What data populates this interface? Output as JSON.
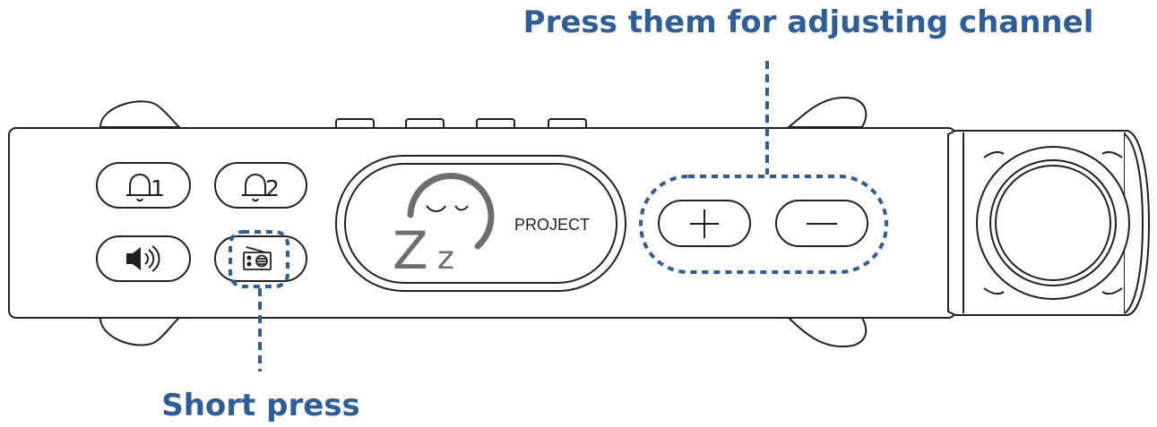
{
  "callouts": {
    "top": "Press them for adjusting channel",
    "bottom": "Short press"
  },
  "device": {
    "brand_label": "PROJECT",
    "logo_letters": {
      "big": "Z",
      "small": "z"
    },
    "buttons": {
      "alarm1_number": "1",
      "alarm2_number": "2"
    }
  },
  "colors": {
    "callout": "#2E5E9A",
    "outline": "#231F20",
    "logo_arc": "#6D6E71"
  },
  "icons": [
    "bell-icon",
    "bell-icon",
    "speaker-icon",
    "radio-icon",
    "plus-icon",
    "minus-icon",
    "projector-lens-icon"
  ]
}
